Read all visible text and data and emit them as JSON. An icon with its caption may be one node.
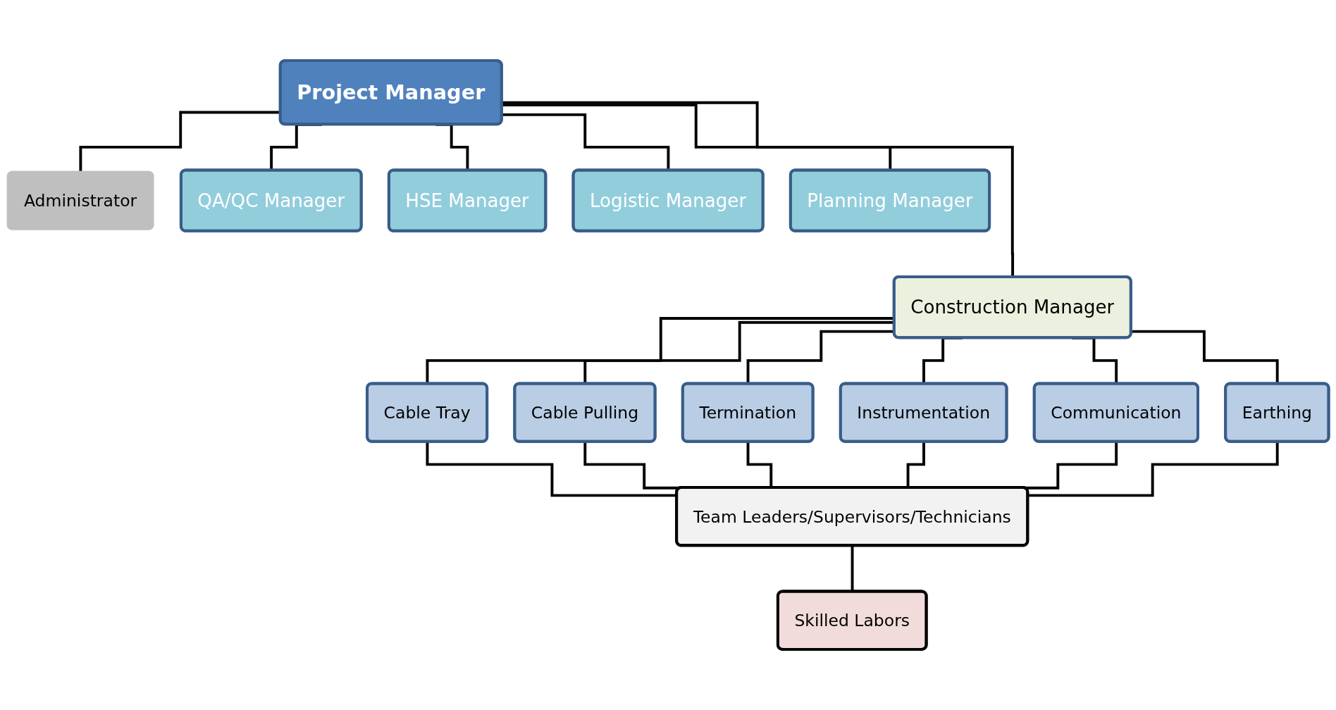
{
  "diagram": {
    "nodes": [
      {
        "text": [
          "Project Manager"
        ]
      },
      {
        "text": [
          "Administrator"
        ]
      },
      {
        "text": [
          "QA/QC Manager"
        ]
      },
      {
        "text": [
          "HSE Manager"
        ]
      },
      {
        "text": [
          "Logistic Manager"
        ]
      },
      {
        "text": [
          "Planning Manager"
        ]
      },
      {
        "text": [
          "Construction Manager"
        ]
      },
      {
        "text": [
          "Cable Tray"
        ]
      },
      {
        "text": [
          "Cable Pulling"
        ]
      },
      {
        "text": [
          "Termination"
        ]
      },
      {
        "text": [
          "Instrumentation"
        ]
      },
      {
        "text": [
          "Communication"
        ]
      },
      {
        "text": [
          "Earthing"
        ]
      },
      {
        "text": [
          "Team Leaders/Supervisors/Technicians"
        ]
      },
      {
        "text": [
          "Skilled Labors"
        ]
      }
    ],
    "edges": [
      {
        "from": 0,
        "to": 1,
        "arrow": "none"
      },
      {
        "from": 0,
        "to": 2,
        "arrow": "none"
      },
      {
        "from": 0,
        "to": 3,
        "arrow": "none"
      },
      {
        "from": 0,
        "to": 4,
        "arrow": "none"
      },
      {
        "from": 0,
        "to": 5,
        "arrow": "none"
      },
      {
        "from": 0,
        "to": 6,
        "arrow": "none"
      },
      {
        "from": 6,
        "to": 7,
        "arrow": "none"
      },
      {
        "from": 6,
        "to": 8,
        "arrow": "none"
      },
      {
        "from": 6,
        "to": 9,
        "arrow": "none"
      },
      {
        "from": 6,
        "to": 10,
        "arrow": "none"
      },
      {
        "from": 6,
        "to": 11,
        "arrow": "none"
      },
      {
        "from": 6,
        "to": 12,
        "arrow": "none"
      },
      {
        "from": 7,
        "to": 13,
        "arrow": "none"
      },
      {
        "from": 8,
        "to": 13,
        "arrow": "none"
      },
      {
        "from": 9,
        "to": 13,
        "arrow": "none"
      },
      {
        "from": 10,
        "to": 13,
        "arrow": "none"
      },
      {
        "from": 11,
        "to": 13,
        "arrow": "none"
      },
      {
        "from": 12,
        "to": 13,
        "arrow": "none"
      },
      {
        "from": 13,
        "to": 14,
        "arrow": "none"
      }
    ]
  }
}
